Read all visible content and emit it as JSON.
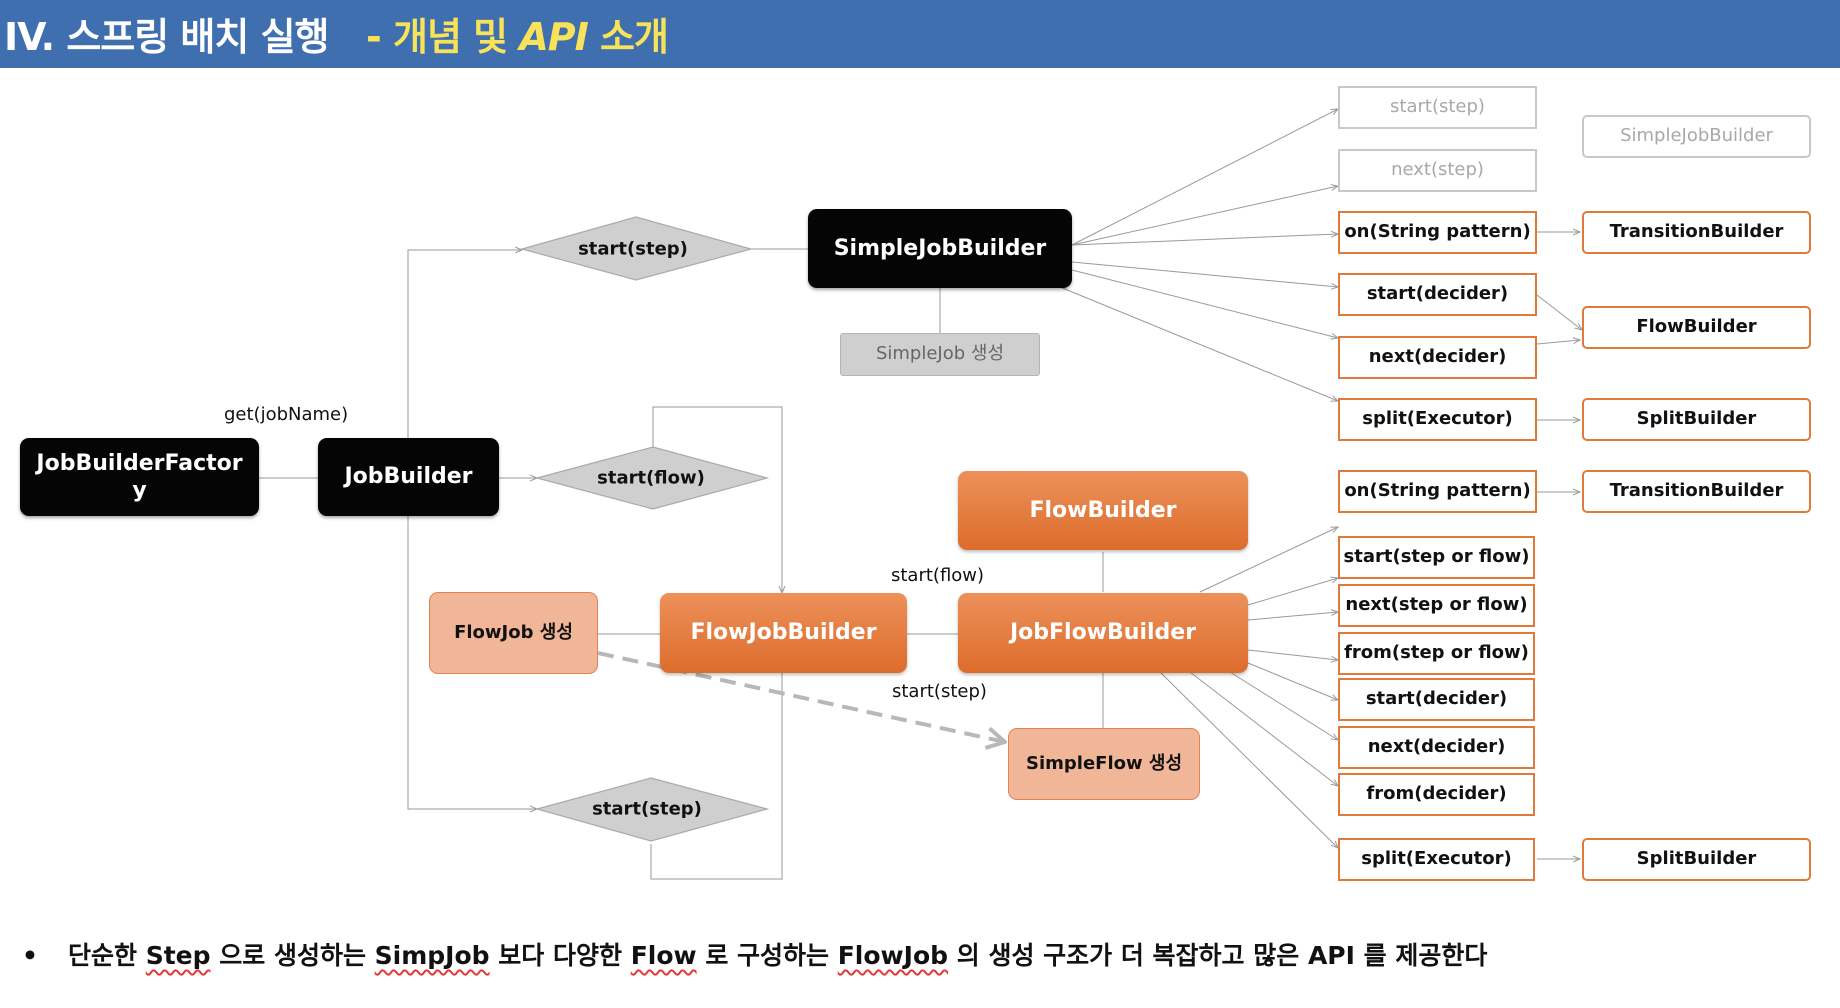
{
  "header": {
    "title": "IV. 스프링 배치 실행",
    "subtitle_prefix": "- 개념 및 ",
    "subtitle_api": "API",
    "subtitle_suffix": " 소개"
  },
  "nodes": {
    "job_builder_factory": "JobBuilderFactor\ny",
    "job_builder": "JobBuilder",
    "simple_job_builder": "SimpleJobBuilder",
    "simple_job_create": "SimpleJob 생성",
    "flow_job_create": "FlowJob 생성",
    "flow_job_builder": "FlowJobBuilder",
    "flow_builder": "FlowBuilder",
    "job_flow_builder": "JobFlowBuilder",
    "simple_flow_create": "SimpleFlow 생성"
  },
  "decisions": {
    "start_step_top": "start(step)",
    "start_flow": "start(flow)",
    "start_step_bottom": "start(step)"
  },
  "edge_labels": {
    "get_job_name": "get(jobName)",
    "start_flow": "start(flow)",
    "start_step": "start(step)"
  },
  "simple_methods": [
    "start(step)",
    "next(step)",
    "on(String pattern)",
    "start(decider)",
    "next(decider)",
    "split(Executor)"
  ],
  "flow_methods": [
    "on(String pattern)",
    "start(step or flow)",
    "next(step or flow)",
    "from(step or flow)",
    "start(decider)",
    "next(decider)",
    "from(decider)",
    "split(Executor)"
  ],
  "builders_right": {
    "simple_job_builder": "SimpleJobBuilder",
    "transition_builder_1": "TransitionBuilder",
    "flow_builder": "FlowBuilder",
    "split_builder_1": "SplitBuilder",
    "transition_builder_2": "TransitionBuilder",
    "split_builder_2": "SplitBuilder"
  },
  "footer": {
    "bullet": "•",
    "p1": "단순한 ",
    "w1": "Step",
    "p2": " 으로 생성하는 ",
    "w2": "SimpJob",
    "p3": " 보다 다양한 ",
    "w3": "Flow",
    "p4": " 로 구성하는 ",
    "w4": "FlowJob",
    "p5": " 의 생성 구조가 더 복잡하고 많은 API 를 제공한다"
  },
  "colors": {
    "header_bg": "#3f6faf",
    "subtitle": "#f7e25a",
    "orange": "#e07a3c",
    "node_black": "#050505"
  }
}
